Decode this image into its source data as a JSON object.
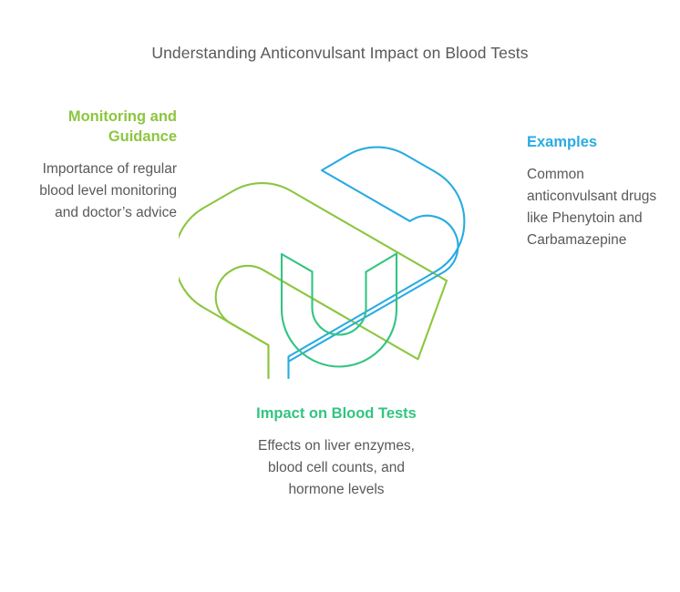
{
  "page": {
    "title": "Understanding Anticonvulsant Impact on Blood Tests",
    "background_color": "#ffffff",
    "text_color": "#58595b"
  },
  "colors": {
    "green": "#8cc63f",
    "blue": "#29abe2",
    "teal": "#33c481",
    "body_text": "#58595b"
  },
  "nodes": [
    {
      "id": "monitoring",
      "heading": "Monitoring and Guidance",
      "body": "Importance of regular blood level monitoring and doctor’s advice",
      "color": "#8cc63f",
      "align": "right"
    },
    {
      "id": "examples",
      "heading": "Examples",
      "body": "Common anticonvulsant drugs like Phenytoin and Carbamazepine",
      "color": "#29abe2",
      "align": "left"
    },
    {
      "id": "impact",
      "heading": "Impact on Blood Tests",
      "body": "Effects on liver enzymes, blood cell counts, and hormone levels",
      "color": "#33c481",
      "align": "center"
    }
  ],
  "figure": {
    "name": "interlocking-tribar-diagram",
    "description": "Three interlocking isometric U-shaped arms forming an impossible trefoil",
    "arms": [
      {
        "id": "arm-green",
        "color": "#8cc63f",
        "linked_node": "monitoring"
      },
      {
        "id": "arm-blue",
        "color": "#29abe2",
        "linked_node": "examples"
      },
      {
        "id": "arm-teal",
        "color": "#33c481",
        "linked_node": "impact"
      }
    ]
  }
}
